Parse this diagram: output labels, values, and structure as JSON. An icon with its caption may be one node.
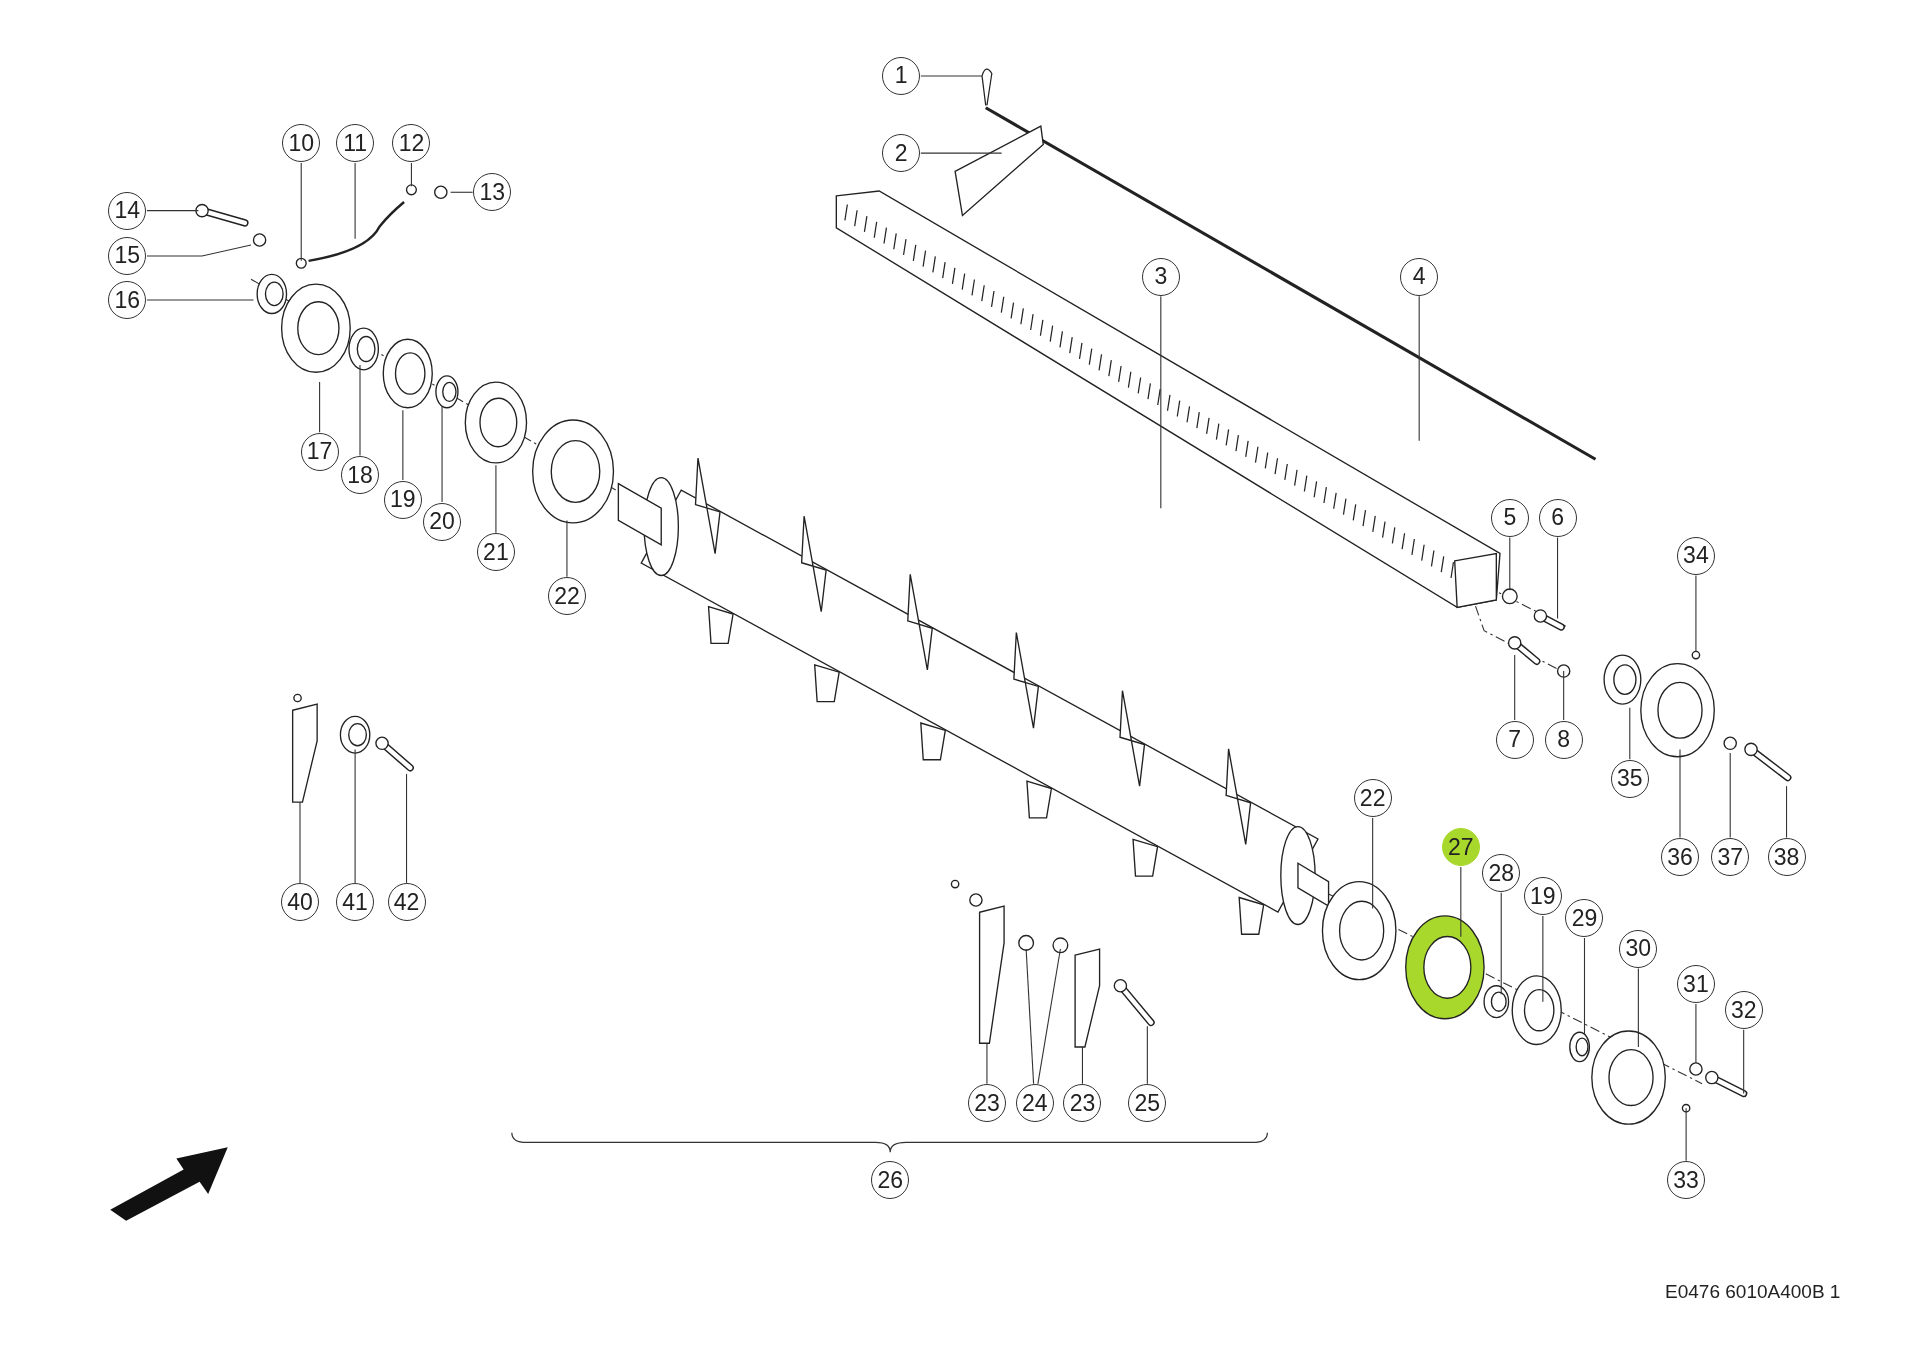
{
  "diagram": {
    "nodes": [
      {
        "text": [
          "1"
        ]
      },
      {
        "text": [
          "2"
        ]
      },
      {
        "text": [
          "3"
        ]
      },
      {
        "text": [
          "4"
        ]
      },
      {
        "text": [
          "5"
        ]
      },
      {
        "text": [
          "6"
        ]
      },
      {
        "text": [
          "7"
        ]
      },
      {
        "text": [
          "8"
        ]
      },
      {
        "text": [
          "10"
        ]
      },
      {
        "text": [
          "11"
        ]
      },
      {
        "text": [
          "12"
        ]
      },
      {
        "text": [
          "13"
        ]
      },
      {
        "text": [
          "14"
        ]
      },
      {
        "text": [
          "15"
        ]
      },
      {
        "text": [
          "16"
        ]
      },
      {
        "text": [
          "17"
        ]
      },
      {
        "text": [
          "18"
        ]
      },
      {
        "text": [
          "19"
        ]
      },
      {
        "text": [
          "20"
        ]
      },
      {
        "text": [
          "21"
        ]
      },
      {
        "text": [
          "22"
        ]
      },
      {
        "text": [
          "23"
        ]
      },
      {
        "text": [
          "24"
        ]
      },
      {
        "text": [
          "23"
        ]
      },
      {
        "text": [
          "25"
        ]
      },
      {
        "text": [
          "27"
        ]
      },
      {
        "text": [
          "28"
        ]
      },
      {
        "text": [
          "19"
        ]
      },
      {
        "text": [
          "29"
        ]
      },
      {
        "text": [
          "30"
        ]
      },
      {
        "text": [
          "31"
        ]
      },
      {
        "text": [
          "32"
        ]
      },
      {
        "text": [
          "33"
        ]
      },
      {
        "text": [
          "34"
        ]
      },
      {
        "text": [
          "35"
        ]
      },
      {
        "text": [
          "36"
        ]
      },
      {
        "text": [
          "37"
        ]
      },
      {
        "text": [
          "38"
        ]
      },
      {
        "text": [
          "40"
        ]
      },
      {
        "text": [
          "41"
        ]
      },
      {
        "text": [
          "42"
        ]
      },
      {
        "text": [
          "22"
        ]
      },
      {
        "text": [
          "26"
        ]
      }
    ],
    "edges": [
      {
        "from": 0,
        "to": null,
        "arrow": "none"
      },
      {
        "from": 1,
        "to": null,
        "arrow": "none"
      },
      {
        "from": 2,
        "to": null,
        "arrow": "none"
      },
      {
        "from": 3,
        "to": null,
        "arrow": "none"
      },
      {
        "from": 4,
        "to": null,
        "arrow": "none"
      },
      {
        "from": 5,
        "to": null,
        "arrow": "none"
      },
      {
        "from": 6,
        "to": null,
        "arrow": "none"
      },
      {
        "from": 7,
        "to": null,
        "arrow": "none"
      },
      {
        "from": 8,
        "to": null,
        "arrow": "none"
      },
      {
        "from": 9,
        "to": null,
        "arrow": "none"
      },
      {
        "from": 10,
        "to": null,
        "arrow": "none"
      },
      {
        "from": 11,
        "to": null,
        "arrow": "none"
      },
      {
        "from": 12,
        "to": null,
        "arrow": "none"
      },
      {
        "from": 13,
        "to": null,
        "arrow": "none"
      },
      {
        "from": 14,
        "to": null,
        "arrow": "none"
      },
      {
        "from": 15,
        "to": null,
        "arrow": "none"
      },
      {
        "from": 16,
        "to": null,
        "arrow": "none"
      },
      {
        "from": 17,
        "to": null,
        "arrow": "none"
      },
      {
        "from": 18,
        "to": null,
        "arrow": "none"
      },
      {
        "from": 19,
        "to": null,
        "arrow": "none"
      },
      {
        "from": 20,
        "to": null,
        "arrow": "none"
      },
      {
        "from": 21,
        "to": null,
        "arrow": "none"
      },
      {
        "from": 22,
        "to": null,
        "arrow": "none"
      },
      {
        "from": 22,
        "to": null,
        "arrow": "none"
      },
      {
        "from": 23,
        "to": null,
        "arrow": "none"
      },
      {
        "from": 24,
        "to": null,
        "arrow": "none"
      },
      {
        "from": 25,
        "to": null,
        "arrow": "none"
      },
      {
        "from": 26,
        "to": null,
        "arrow": "none"
      },
      {
        "from": 27,
        "to": null,
        "arrow": "none"
      },
      {
        "from": 28,
        "to": null,
        "arrow": "none"
      },
      {
        "from": 29,
        "to": null,
        "arrow": "none"
      },
      {
        "from": 30,
        "to": null,
        "arrow": "none"
      },
      {
        "from": 31,
        "to": null,
        "arrow": "none"
      },
      {
        "from": 32,
        "to": null,
        "arrow": "none"
      },
      {
        "from": 33,
        "to": null,
        "arrow": "none"
      },
      {
        "from": 34,
        "to": null,
        "arrow": "none"
      },
      {
        "from": 35,
        "to": null,
        "arrow": "none"
      },
      {
        "from": 36,
        "to": null,
        "arrow": "none"
      },
      {
        "from": 37,
        "to": null,
        "arrow": "none"
      },
      {
        "from": 38,
        "to": null,
        "arrow": "none"
      },
      {
        "from": 39,
        "to": null,
        "arrow": "none"
      },
      {
        "from": 40,
        "to": null,
        "arrow": "none"
      },
      {
        "from": 41,
        "to": null,
        "arrow": "none"
      }
    ],
    "labels": [
      "E0476 6010A400B 1"
    ]
  }
}
